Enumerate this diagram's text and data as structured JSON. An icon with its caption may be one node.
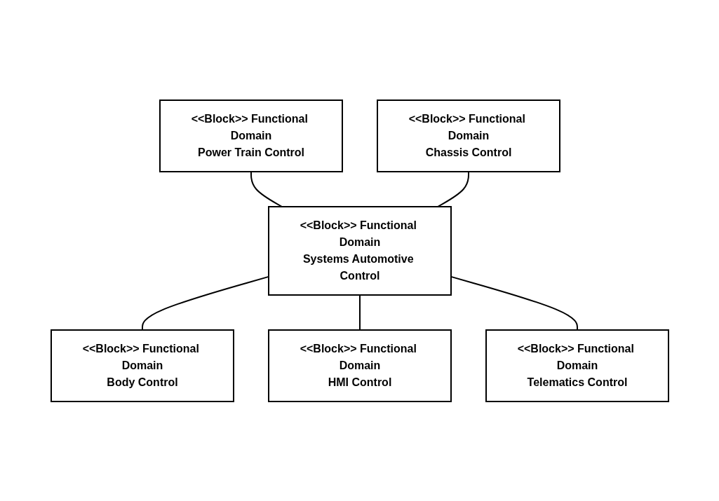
{
  "diagram": {
    "nodes": [
      {
        "text": [
          "<<Block>> Functional Domain",
          "Power Train Control"
        ]
      },
      {
        "text": [
          "<<Block>> Functional Domain",
          "Body Control"
        ]
      },
      {
        "text": [
          "<<Block>> Functional Domain",
          "Chassis Control"
        ]
      },
      {
        "text": [
          "<<Block>> Functional Domain",
          "Systems Automotive Control"
        ]
      },
      {
        "text": [
          "<<Block>> Functional Domain",
          "HMI Control"
        ]
      },
      {
        "text": [
          "<<Block>> Functional Domain",
          "Telematics Control"
        ]
      }
    ],
    "edges": [
      {
        "from": 0,
        "to": 3,
        "arrow": "none"
      },
      {
        "from": 3,
        "to": 1,
        "arrow": "none"
      },
      {
        "from": 2,
        "to": 3,
        "arrow": "none"
      },
      {
        "from": 3,
        "to": 4,
        "arrow": "none"
      },
      {
        "from": 3,
        "to": 5,
        "arrow": "none"
      }
    ]
  }
}
